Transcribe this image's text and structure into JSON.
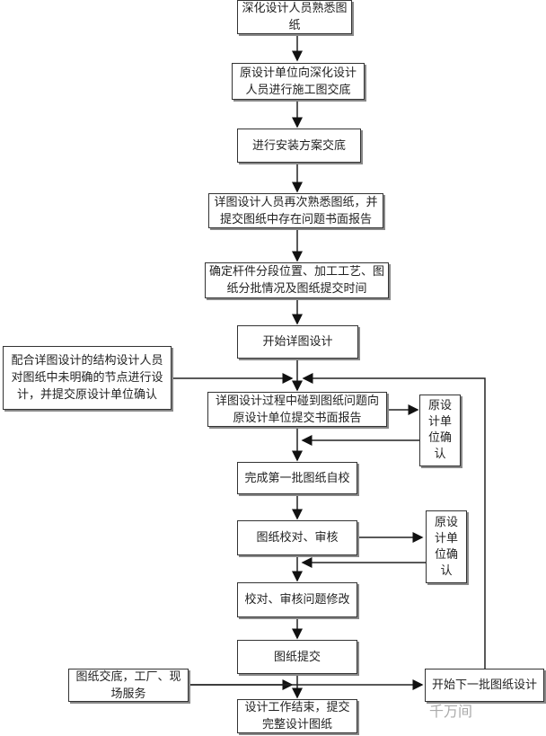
{
  "diagram": {
    "nodes": {
      "familiarize": "深化设计人员熟悉图纸",
      "handover": "原设计单位向深化设计人员进行施工图交底",
      "install_plan": "进行安装方案交底",
      "refamiliarize": "详图设计人员再次熟悉图纸，并提交图纸中存在问题书面报告",
      "determine": "确定杆件分段位置、加工工艺、图纸分批情况及图纸提交时间",
      "start_detail": "开始详图设计",
      "structural": "配合详图设计的结构设计人员对图纸中未明确的节点进行设计，并提交原设计单位确认",
      "problem_report": "详图设计过程中碰到图纸问题向原设计单位提交书面报告",
      "confirm_1": "原设计单位确认",
      "self_check": "完成第一批图纸自校",
      "proofread": "图纸校对、审核",
      "confirm_2": "原设计单位确认",
      "revise": "校对、审核问题修改",
      "submit": "图纸提交",
      "service": "图纸交底，工厂、现场服务",
      "next_batch": "开始下一批图纸设计",
      "finish": "设计工作结束，提交完整设计图纸"
    },
    "watermark": "千万间"
  }
}
